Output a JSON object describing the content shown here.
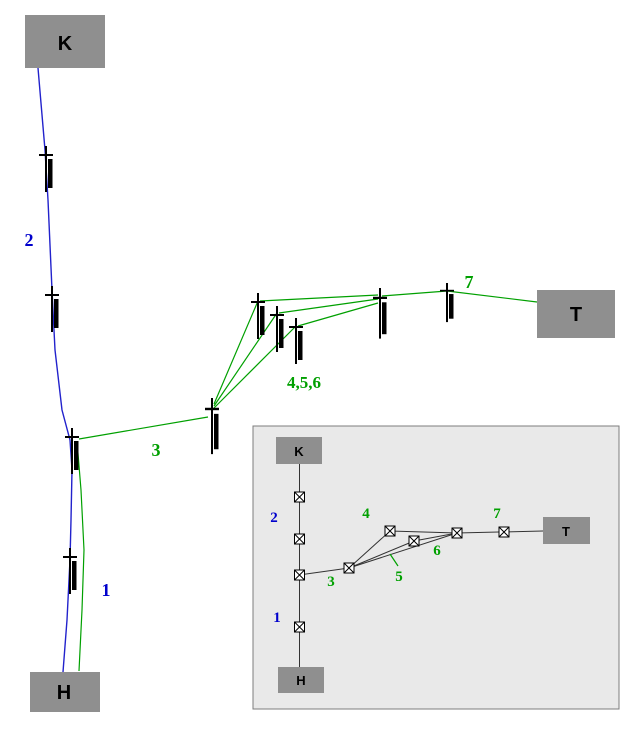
{
  "colors": {
    "station_box": "#8f8f8f",
    "station_text": "#000000",
    "blue_line": "#2222cc",
    "green_line": "#00a000",
    "blue_label": "#0000cc",
    "green_label": "#00a000",
    "pole_black": "#000000",
    "inset_bg": "#e9e9e9",
    "inset_border": "#7d7d7d",
    "inset_line": "#333333"
  },
  "main_map": {
    "stations": [
      {
        "id": "K",
        "label": "K"
      },
      {
        "id": "T",
        "label": "T"
      },
      {
        "id": "H",
        "label": "H"
      }
    ],
    "segment_labels": [
      {
        "id": "2",
        "text": "2"
      },
      {
        "id": "3",
        "text": "3"
      },
      {
        "id": "456",
        "text": "4,5,6"
      },
      {
        "id": "7",
        "text": "7"
      },
      {
        "id": "1",
        "text": "1"
      }
    ]
  },
  "inset_map": {
    "stations": [
      {
        "id": "K",
        "label": "K"
      },
      {
        "id": "T",
        "label": "T"
      },
      {
        "id": "H",
        "label": "H"
      }
    ],
    "segment_labels": [
      {
        "id": "2",
        "text": "2"
      },
      {
        "id": "4",
        "text": "4"
      },
      {
        "id": "7",
        "text": "7"
      },
      {
        "id": "6",
        "text": "6"
      },
      {
        "id": "3",
        "text": "3"
      },
      {
        "id": "5",
        "text": "5"
      },
      {
        "id": "1",
        "text": "1"
      }
    ]
  }
}
